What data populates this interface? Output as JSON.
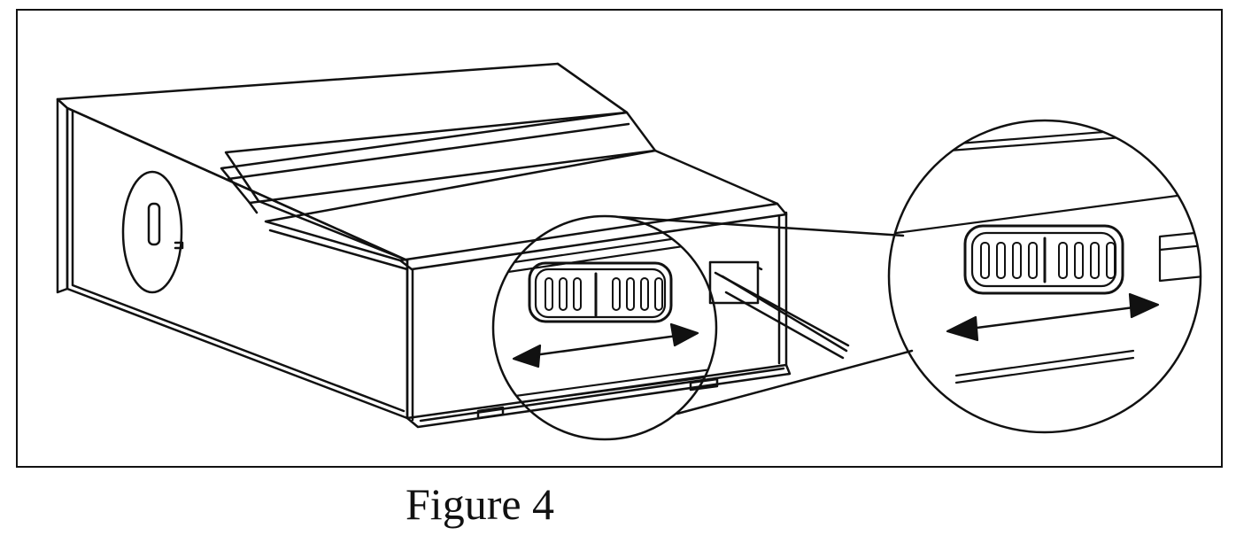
{
  "figure": {
    "caption": "Figure 4"
  },
  "colors": {
    "ink": "#111111",
    "paper": "#ffffff"
  },
  "diagram": {
    "subject": "box-enclosure-with-slide-switch",
    "callout": "magnified-switch-detail",
    "arrow": "double-headed-horizontal"
  }
}
